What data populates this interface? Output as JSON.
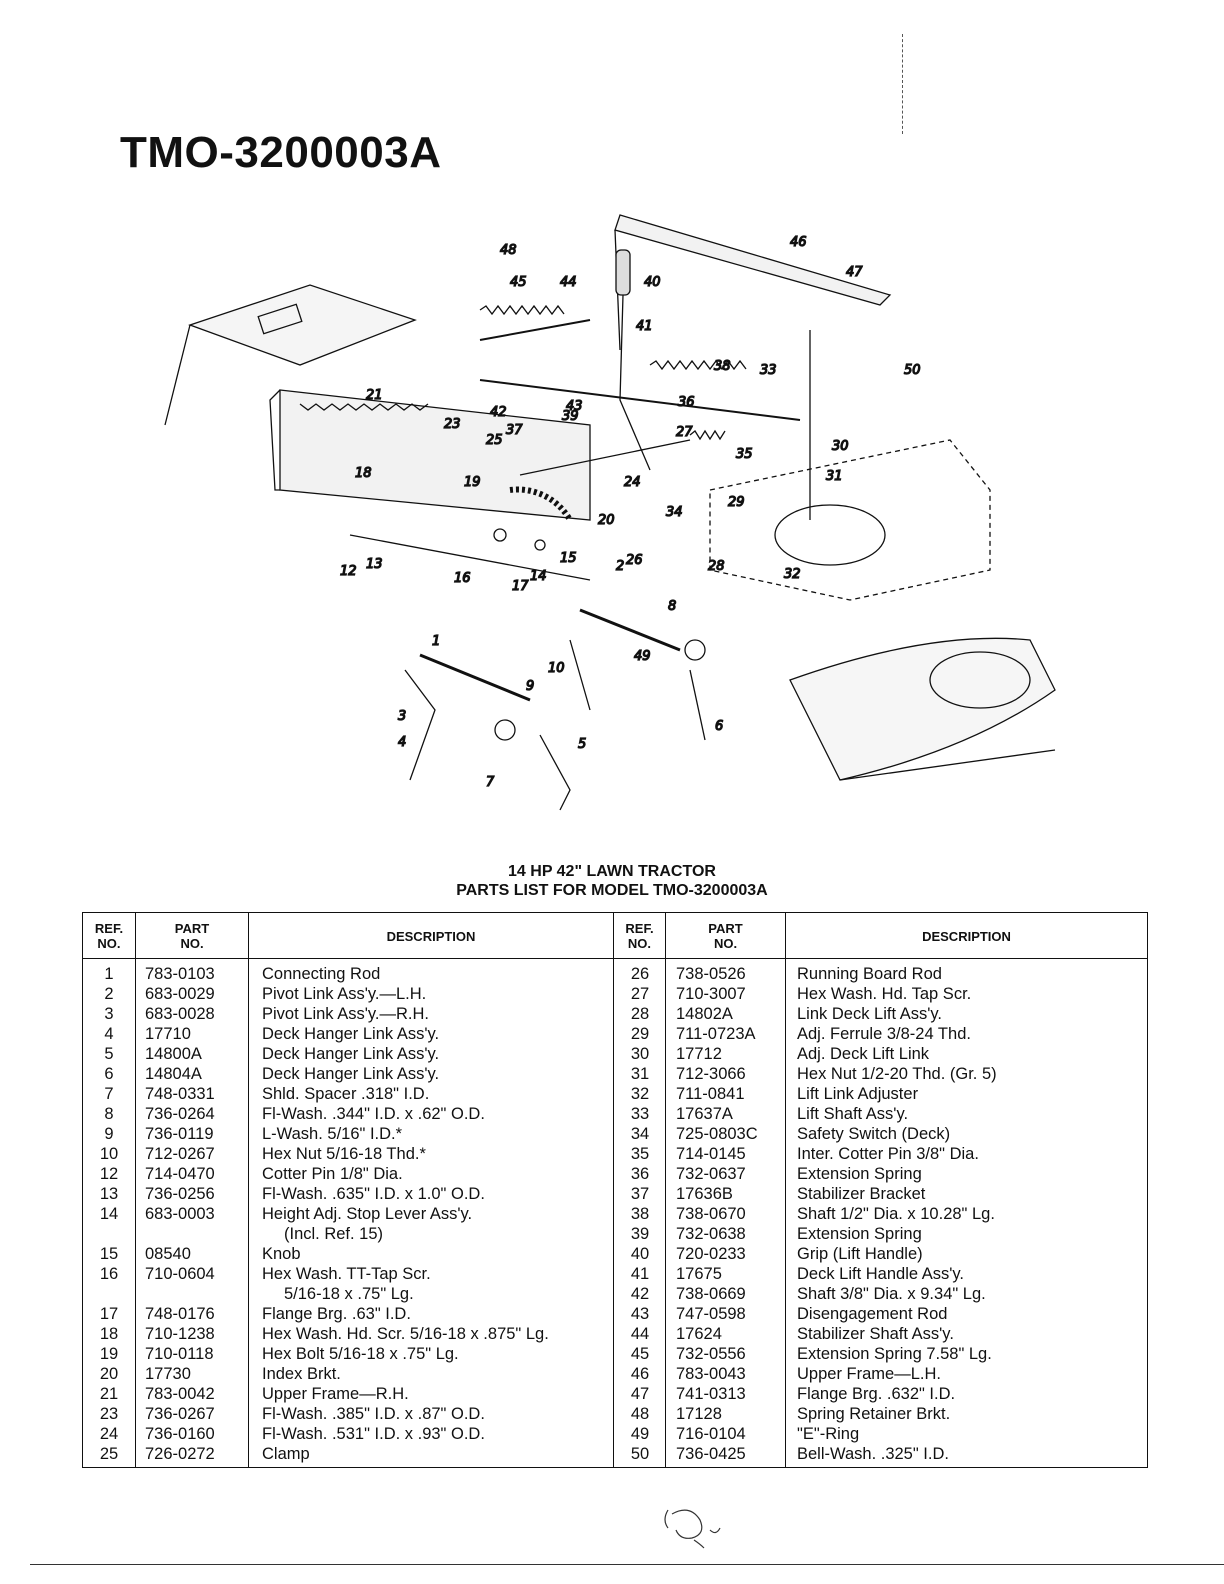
{
  "model_title": "TMO-3200003A",
  "caption": {
    "line1": "14 HP 42\" LAWN TRACTOR",
    "line2": "PARTS LIST FOR MODEL TMO-3200003A"
  },
  "table_headers": {
    "ref_no": [
      "REF.",
      "NO."
    ],
    "part_no": [
      "PART",
      "NO."
    ],
    "description": "DESCRIPTION"
  },
  "parts_left": [
    {
      "ref": "1",
      "part": "783-0103",
      "desc": "Connecting Rod"
    },
    {
      "ref": "2",
      "part": "683-0029",
      "desc": "Pivot Link Ass'y.—L.H."
    },
    {
      "ref": "3",
      "part": "683-0028",
      "desc": "Pivot Link Ass'y.—R.H."
    },
    {
      "ref": "4",
      "part": "17710",
      "desc": "Deck Hanger Link Ass'y."
    },
    {
      "ref": "5",
      "part": "14800A",
      "desc": "Deck Hanger Link Ass'y."
    },
    {
      "ref": "6",
      "part": "14804A",
      "desc": "Deck Hanger Link Ass'y."
    },
    {
      "ref": "7",
      "part": "748-0331",
      "desc": "Shld. Spacer .318\" I.D."
    },
    {
      "ref": "8",
      "part": "736-0264",
      "desc": "Fl-Wash. .344\" I.D. x .62\" O.D."
    },
    {
      "ref": "9",
      "part": "736-0119",
      "desc": "L-Wash. 5/16\" I.D.*"
    },
    {
      "ref": "10",
      "part": "712-0267",
      "desc": "Hex Nut 5/16-18 Thd.*"
    },
    {
      "ref": "12",
      "part": "714-0470",
      "desc": "Cotter Pin 1/8\" Dia."
    },
    {
      "ref": "13",
      "part": "736-0256",
      "desc": "Fl-Wash. .635\" I.D. x 1.0\" O.D."
    },
    {
      "ref": "14",
      "part": "683-0003",
      "desc": "Height Adj. Stop Lever Ass'y."
    },
    {
      "ref": "",
      "part": "",
      "desc": "(Incl. Ref. 15)",
      "indent": true
    },
    {
      "ref": "15",
      "part": "08540",
      "desc": "Knob"
    },
    {
      "ref": "16",
      "part": "710-0604",
      "desc": "Hex Wash. TT-Tap Scr."
    },
    {
      "ref": "",
      "part": "",
      "desc": "5/16-18 x .75\" Lg.",
      "indent": true
    },
    {
      "ref": "17",
      "part": "748-0176",
      "desc": "Flange Brg. .63\" I.D."
    },
    {
      "ref": "18",
      "part": "710-1238",
      "desc": "Hex Wash. Hd. Scr. 5/16-18 x .875\" Lg."
    },
    {
      "ref": "19",
      "part": "710-0118",
      "desc": "Hex Bolt 5/16-18 x .75\" Lg."
    },
    {
      "ref": "20",
      "part": "17730",
      "desc": "Index Brkt."
    },
    {
      "ref": "21",
      "part": "783-0042",
      "desc": "Upper Frame—R.H."
    },
    {
      "ref": "23",
      "part": "736-0267",
      "desc": "Fl-Wash. .385\" I.D. x .87\" O.D."
    },
    {
      "ref": "24",
      "part": "736-0160",
      "desc": "Fl-Wash. .531\" I.D. x .93\" O.D."
    },
    {
      "ref": "25",
      "part": "726-0272",
      "desc": "Clamp"
    }
  ],
  "parts_right": [
    {
      "ref": "26",
      "part": "738-0526",
      "desc": "Running Board Rod"
    },
    {
      "ref": "27",
      "part": "710-3007",
      "desc": "Hex Wash. Hd. Tap Scr."
    },
    {
      "ref": "28",
      "part": "14802A",
      "desc": "Link Deck Lift Ass'y."
    },
    {
      "ref": "29",
      "part": "711-0723A",
      "desc": "Adj. Ferrule 3/8-24 Thd."
    },
    {
      "ref": "30",
      "part": "17712",
      "desc": "Adj. Deck Lift Link"
    },
    {
      "ref": "31",
      "part": "712-3066",
      "desc": "Hex Nut 1/2-20 Thd. (Gr. 5)"
    },
    {
      "ref": "32",
      "part": "711-0841",
      "desc": "Lift Link Adjuster"
    },
    {
      "ref": "33",
      "part": "17637A",
      "desc": "Lift Shaft Ass'y."
    },
    {
      "ref": "34",
      "part": "725-0803C",
      "desc": "Safety Switch (Deck)"
    },
    {
      "ref": "35",
      "part": "714-0145",
      "desc": "Inter. Cotter Pin 3/8\" Dia."
    },
    {
      "ref": "36",
      "part": "732-0637",
      "desc": "Extension Spring"
    },
    {
      "ref": "37",
      "part": "17636B",
      "desc": "Stabilizer Bracket"
    },
    {
      "ref": "38",
      "part": "738-0670",
      "desc": "Shaft 1/2\" Dia. x 10.28\" Lg."
    },
    {
      "ref": "39",
      "part": "732-0638",
      "desc": "Extension Spring"
    },
    {
      "ref": "40",
      "part": "720-0233",
      "desc": "Grip (Lift Handle)"
    },
    {
      "ref": "41",
      "part": "17675",
      "desc": "Deck Lift Handle Ass'y."
    },
    {
      "ref": "42",
      "part": "738-0669",
      "desc": "Shaft 3/8\" Dia. x 9.34\" Lg."
    },
    {
      "ref": "43",
      "part": "747-0598",
      "desc": "Disengagement Rod"
    },
    {
      "ref": "44",
      "part": "17624",
      "desc": "Stabilizer Shaft Ass'y."
    },
    {
      "ref": "45",
      "part": "732-0556",
      "desc": "Extension Spring 7.58\" Lg."
    },
    {
      "ref": "46",
      "part": "783-0043",
      "desc": "Upper Frame—L.H."
    },
    {
      "ref": "47",
      "part": "741-0313",
      "desc": "Flange Brg. .632\" I.D."
    },
    {
      "ref": "48",
      "part": "17128",
      "desc": "Spring Retainer Brkt."
    },
    {
      "ref": "49",
      "part": "716-0104",
      "desc": "\"E\"-Ring"
    },
    {
      "ref": "50",
      "part": "736-0425",
      "desc": "Bell-Wash. .325\" I.D."
    }
  ],
  "diagram_callouts": [
    "1",
    "2",
    "3",
    "4",
    "5",
    "6",
    "7",
    "8",
    "9",
    "10",
    "12",
    "13",
    "14",
    "15",
    "16",
    "17",
    "18",
    "19",
    "20",
    "21",
    "23",
    "24",
    "25",
    "26",
    "27",
    "28",
    "29",
    "30",
    "31",
    "32",
    "33",
    "34",
    "35",
    "36",
    "37",
    "38",
    "39",
    "40",
    "41",
    "42",
    "43",
    "44",
    "45",
    "46",
    "47",
    "48",
    "49",
    "50"
  ]
}
